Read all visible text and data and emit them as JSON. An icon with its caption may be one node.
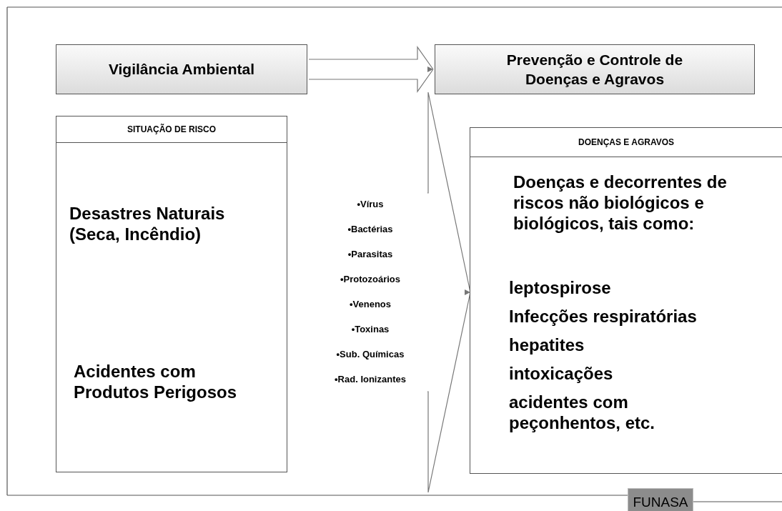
{
  "diagram": {
    "nodes": [
      {
        "text": [
          "Vigilância Ambiental"
        ]
      },
      {
        "text": [
          "Prevenção e Controle de Doenças e Agravos"
        ]
      },
      {
        "text": [
          "SITUAÇÃO DE RISCO",
          "Desastres Naturais (Seca, Incêndio)",
          "Acidentes com Produtos Perigosos"
        ]
      },
      {
        "text": [
          "•Vírus",
          "•Bactérias",
          "•Parasitas",
          "•Protozoários",
          "•Venenos",
          "•Toxinas",
          "•Sub. Químicas",
          "•Rad. Ionizantes"
        ]
      },
      {
        "text": [
          "DOENÇAS E AGRAVOS",
          "Doenças e decorrentes de riscos não biológicos e biológicos, tais como:",
          "leptospirose",
          "Infecções respiratórias",
          "hepatites",
          "intoxicações",
          "acidentes com peçonhentos, etc."
        ]
      },
      {
        "text": [
          "FUNASA"
        ]
      }
    ],
    "edges": [
      {
        "from": 0,
        "to": 1,
        "arrow": "to"
      },
      {
        "from": 3,
        "to": 4,
        "arrow": "to"
      }
    ]
  }
}
